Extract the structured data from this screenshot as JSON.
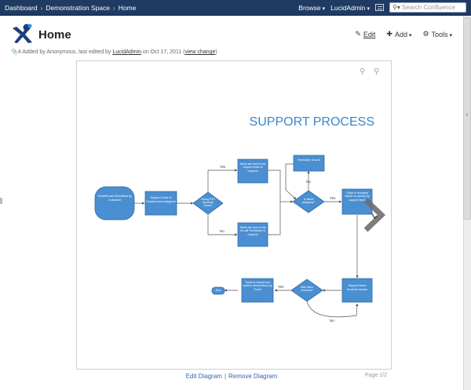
{
  "header": {
    "breadcrumbs": [
      "Dashboard",
      "Demonstration Space",
      "Home"
    ],
    "browse": "Browse",
    "user": "LucidAdmin",
    "search_placeholder": "Search Confluence"
  },
  "page": {
    "title": "Home",
    "actions": {
      "edit": "Edit",
      "add": "Add",
      "tools": "Tools"
    },
    "meta_count": "4",
    "meta_text": "Added by Anonymous, last edited by",
    "meta_user": "LucidAdmin",
    "meta_date": "on Oct 17, 2011",
    "view_change": "view change"
  },
  "diagram": {
    "title": "SUPPORT PROCESS",
    "nodes": {
      "start": "Ticket/Email Submitted by Customer",
      "case": "Support Case is Created and Assigned",
      "sla": "During STD Business Hours?",
      "alert_team": "Alerts are sent to the Support team to respond",
      "alert_tech": "Alerts are sent to the on-call Technician to respond",
      "reminder": "Reminder is sent",
      "assigned": "Is ticket assigned?",
      "reviewed": "Ticket is reviewed based on priority by support team",
      "resolves": "Support team resolves Issues",
      "resolved": "Was issue resolved?",
      "closed": "Ticket is closed and system sends follow up Email",
      "end": "End"
    },
    "labels": {
      "yes": "Yes",
      "no": "No"
    },
    "colors": {
      "node": "#4a8fd1",
      "node_stroke": "#2f6aa5",
      "title": "#3c86c8",
      "edge": "#555555"
    }
  },
  "footer": {
    "edit_diagram": "Edit Diagram",
    "separator": "|",
    "remove_diagram": "Remove Diagram",
    "page": "Page 1/2"
  }
}
